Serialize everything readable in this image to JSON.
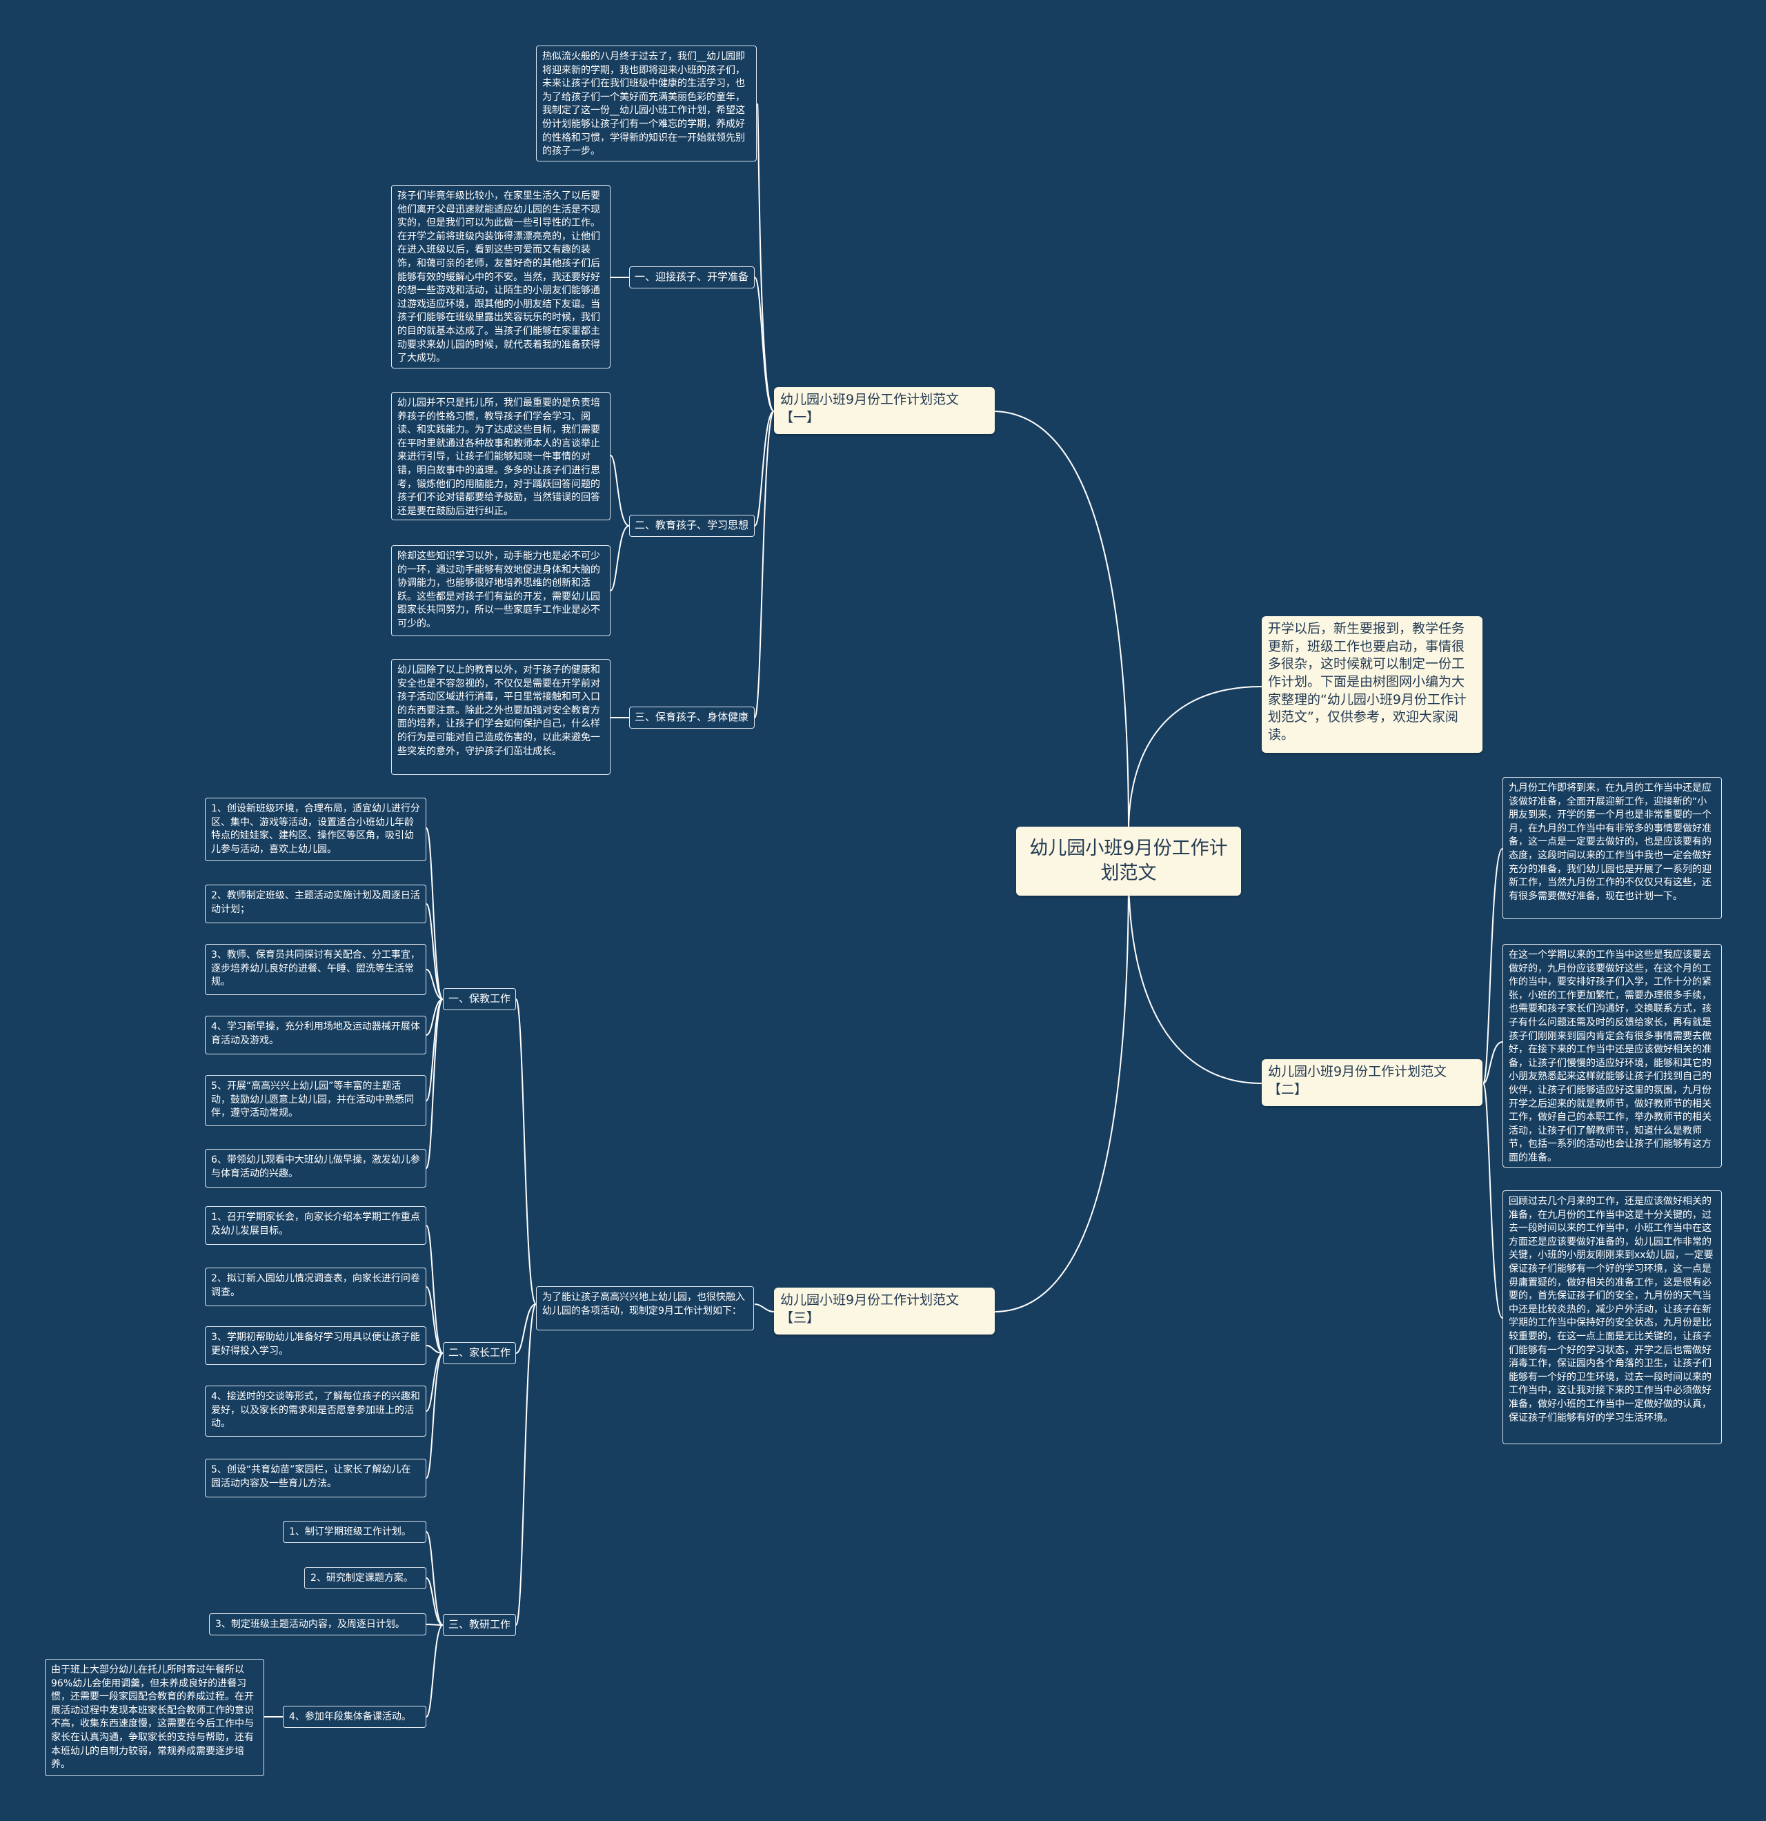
{
  "root": {
    "title": "幼儿园小班9月份工作计划范文"
  },
  "intro": {
    "text": "开学以后，新生要报到，教学任务更新，班级工作也要启动，事情很多很杂，这时候就可以制定一份工作计划。下面是由树图网小编为大家整理的“幼儿园小班9月份工作计划范文”，仅供参考，欢迎大家阅读。"
  },
  "plan1": {
    "label": "幼儿园小班9月份工作计划范文【一】",
    "intro": "热似流火般的八月终于过去了，我们__幼儿园即将迎来新的学期，我也即将迎来小班的孩子们，未来让孩子们在我们班级中健康的生活学习，也为了给孩子们一个美好而充满美丽色彩的童年，我制定了这一份__幼儿园小班工作计划，希望这份计划能够让孩子们有一个难忘的学期，养成好的性格和习惯，学得新的知识在一开始就领先别的孩子一步。",
    "s1": {
      "label": "一、迎接孩子、开学准备",
      "text": "孩子们毕竟年级比较小，在家里生活久了以后要他们离开父母迅速就能适应幼儿园的生活是不现实的，但是我们可以为此做一些引导性的工作。在开学之前将班级内装饰得漂漂亮亮的，让他们在进入班级以后，看到这些可爱而又有趣的装饰，和蔼可亲的老师，友善好奇的其他孩子们后能够有效的缓解心中的不安。当然，我还要好好的想一些游戏和活动，让陌生的小朋友们能够通过游戏适应环境，跟其他的小朋友结下友谊。当孩子们能够在班级里露出笑容玩乐的时候，我们的目的就基本达成了。当孩子们能够在家里都主动要求来幼儿园的时候，就代表着我的准备获得了大成功。"
    },
    "s2": {
      "label": "二、教育孩子、学习思想",
      "text1": "幼儿园并不只是托儿所，我们最重要的是负责培养孩子的性格习惯，教导孩子们学会学习、阅读、和实践能力。为了达成这些目标，我们需要在平时里就通过各种故事和教师本人的言谈举止来进行引导，让孩子们能够知晓一件事情的对错，明白故事中的道理。多多的让孩子们进行思考，锻炼他们的用脑能力，对于踊跃回答问题的孩子们不论对错都要给予鼓励，当然错误的回答还是要在鼓励后进行纠正。",
      "text2": "除却这些知识学习以外，动手能力也是必不可少的一环，通过动手能够有效地促进身体和大脑的协调能力，也能够很好地培养思维的创新和活跃。这些都是对孩子们有益的开发，需要幼儿园跟家长共同努力，所以一些家庭手工作业是必不可少的。"
    },
    "s3": {
      "label": "三、保育孩子、身体健康",
      "text": "幼儿园除了以上的教育以外，对于孩子的健康和安全也是不容忽视的，不仅仅是需要在开学前对孩子活动区域进行消毒，平日里常接触和可入口的东西要注意。除此之外也要加强对安全教育方面的培养，让孩子们学会如何保护自己，什么样的行为是可能对自己造成伤害的，以此来避免一些突发的意外，守护孩子们茁壮成长。"
    }
  },
  "plan2": {
    "label": "幼儿园小班9月份工作计划范文【二】",
    "p1": "九月份工作即将到来，在九月的工作当中还是应该做好准备，全面开展迎新工作，迎接新的“小朋友到来，开学的第一个月也是非常重要的一个月，在九月的工作当中有非常多的事情要做好准备，这一点是一定要去做好的，也是应该要有的态度，这段时间以来的工作当中我也一定会做好充分的准备，我们幼儿园也是开展了一系列的迎新工作，当然九月份工作的不仅仅只有这些，还有很多需要做好准备，现在也计划一下。",
    "p2": "在这一个学期以来的工作当中这些是我应该要去做好的，九月份应该要做好这些，在这个月的工作的当中，要安排好孩子们入学，工作十分的紧张，小班的工作更加繁忙，需要办理很多手续，也需要和孩子家长们沟通好，交换联系方式，孩子有什么问题还需及时的反馈给家长，再有就是孩子们刚刚来到园内肯定会有很多事情需要去做好，在接下来的工作当中还是应该做好相关的准备，让孩子们慢慢的适应好环境，能够和其它的小朋友熟悉起来这样就能够让孩子们找到自己的伙伴，让孩子们能够适应好这里的氛围，九月份开学之后迎来的就是教师节，做好教师节的相关工作，做好自己的本职工作，举办教师节的相关活动，让孩子们了解教师节，知道什么是教师节，包括一系列的活动也会让孩子们能够有这方面的准备。",
    "p3": "回顾过去几个月来的工作，还是应该做好相关的准备，在九月份的工作当中这是十分关键的，过去一段时间以来的工作当中，小班工作当中在这方面还是应该要做好准备的，幼儿园工作非常的关键，小班的小朋友刚刚来到xx幼儿园，一定要保证孩子们能够有一个好的学习环境，这一点是毋庸置疑的，做好相关的准备工作，这是很有必要的，首先保证孩子们的安全，九月份的天气当中还是比较炎热的，减少户外活动，让孩子在新学期的工作当中保持好的安全状态，九月份是比较重要的，在这一点上面是无比关键的，让孩子们能够有一个好的学习状态，开学之后也需做好消毒工作，保证园内各个角落的卫生，让孩子们能够有一个好的卫生环境，过去一段时间以来的工作当中，这让我对接下来的工作当中必须做好准备，做好小班的工作当中一定做好做的认真，保证孩子们能够有好的学习生活环境。"
  },
  "plan3": {
    "label": "幼儿园小班9月份工作计划范文【三】",
    "intro": "为了能让孩子高高兴兴地上幼儿园，也很快融入幼儿园的各项活动，现制定9月工作计划如下：",
    "s1": {
      "label": "一、保教工作",
      "items": [
        "1、创设新班级环境，合理布局，适宜幼儿进行分区、集中、游戏等活动，设置适合小班幼儿年龄特点的娃娃家、建构区、操作区等区角，吸引幼儿参与活动，喜欢上幼儿园。",
        "2、教师制定班级、主题活动实施计划及周逐日活动计划；",
        "3、教师、保育员共同探讨有关配合、分工事宜，逐步培养幼儿良好的进餐、午睡、盥洗等生活常规。",
        "4、学习新早操，充分利用场地及运动器械开展体育活动及游戏。",
        "5、开展“高高兴兴上幼儿园”等丰富的主题活动，鼓励幼儿愿意上幼儿园，并在活动中熟悉同伴，遵守活动常规。",
        "6、带领幼儿观看中大班幼儿做早操，激发幼儿参与体育活动的兴趣。"
      ]
    },
    "s2": {
      "label": "二、家长工作",
      "items": [
        "1、召开学期家长会，向家长介绍本学期工作重点及幼儿发展目标。",
        "2、拟订新入园幼儿情况调查表，向家长进行问卷调查。",
        "3、学期初帮助幼儿准备好学习用具以便让孩子能更好得投入学习。",
        "4、接送时的交谈等形式，了解每位孩子的兴趣和爱好，以及家长的需求和是否愿意参加班上的活动。",
        "5、创设“共育幼苗”家园栏，让家长了解幼儿在园活动内容及一些育儿方法。"
      ]
    },
    "s3": {
      "label": "三、教研工作",
      "items": [
        "1、制订学期班级工作计划。",
        "2、研究制定课题方案。",
        "3、制定班级主题活动内容，及周逐日计划。",
        "4、参加年段集体备课活动。"
      ],
      "note": "由于班上大部分幼儿在托儿所时寄过午餐所以96%幼儿会使用调羹，但未养成良好的进餐习惯，还需要一段家园配合教育的养成过程。在开展活动过程中发现本班家长配合教师工作的意识不高，收集东西速度慢，这需要在今后工作中与家长在认真沟通，争取家长的支持与帮助，还有本班幼儿的自制力较弱，常规养成需要逐步培养。"
    }
  }
}
